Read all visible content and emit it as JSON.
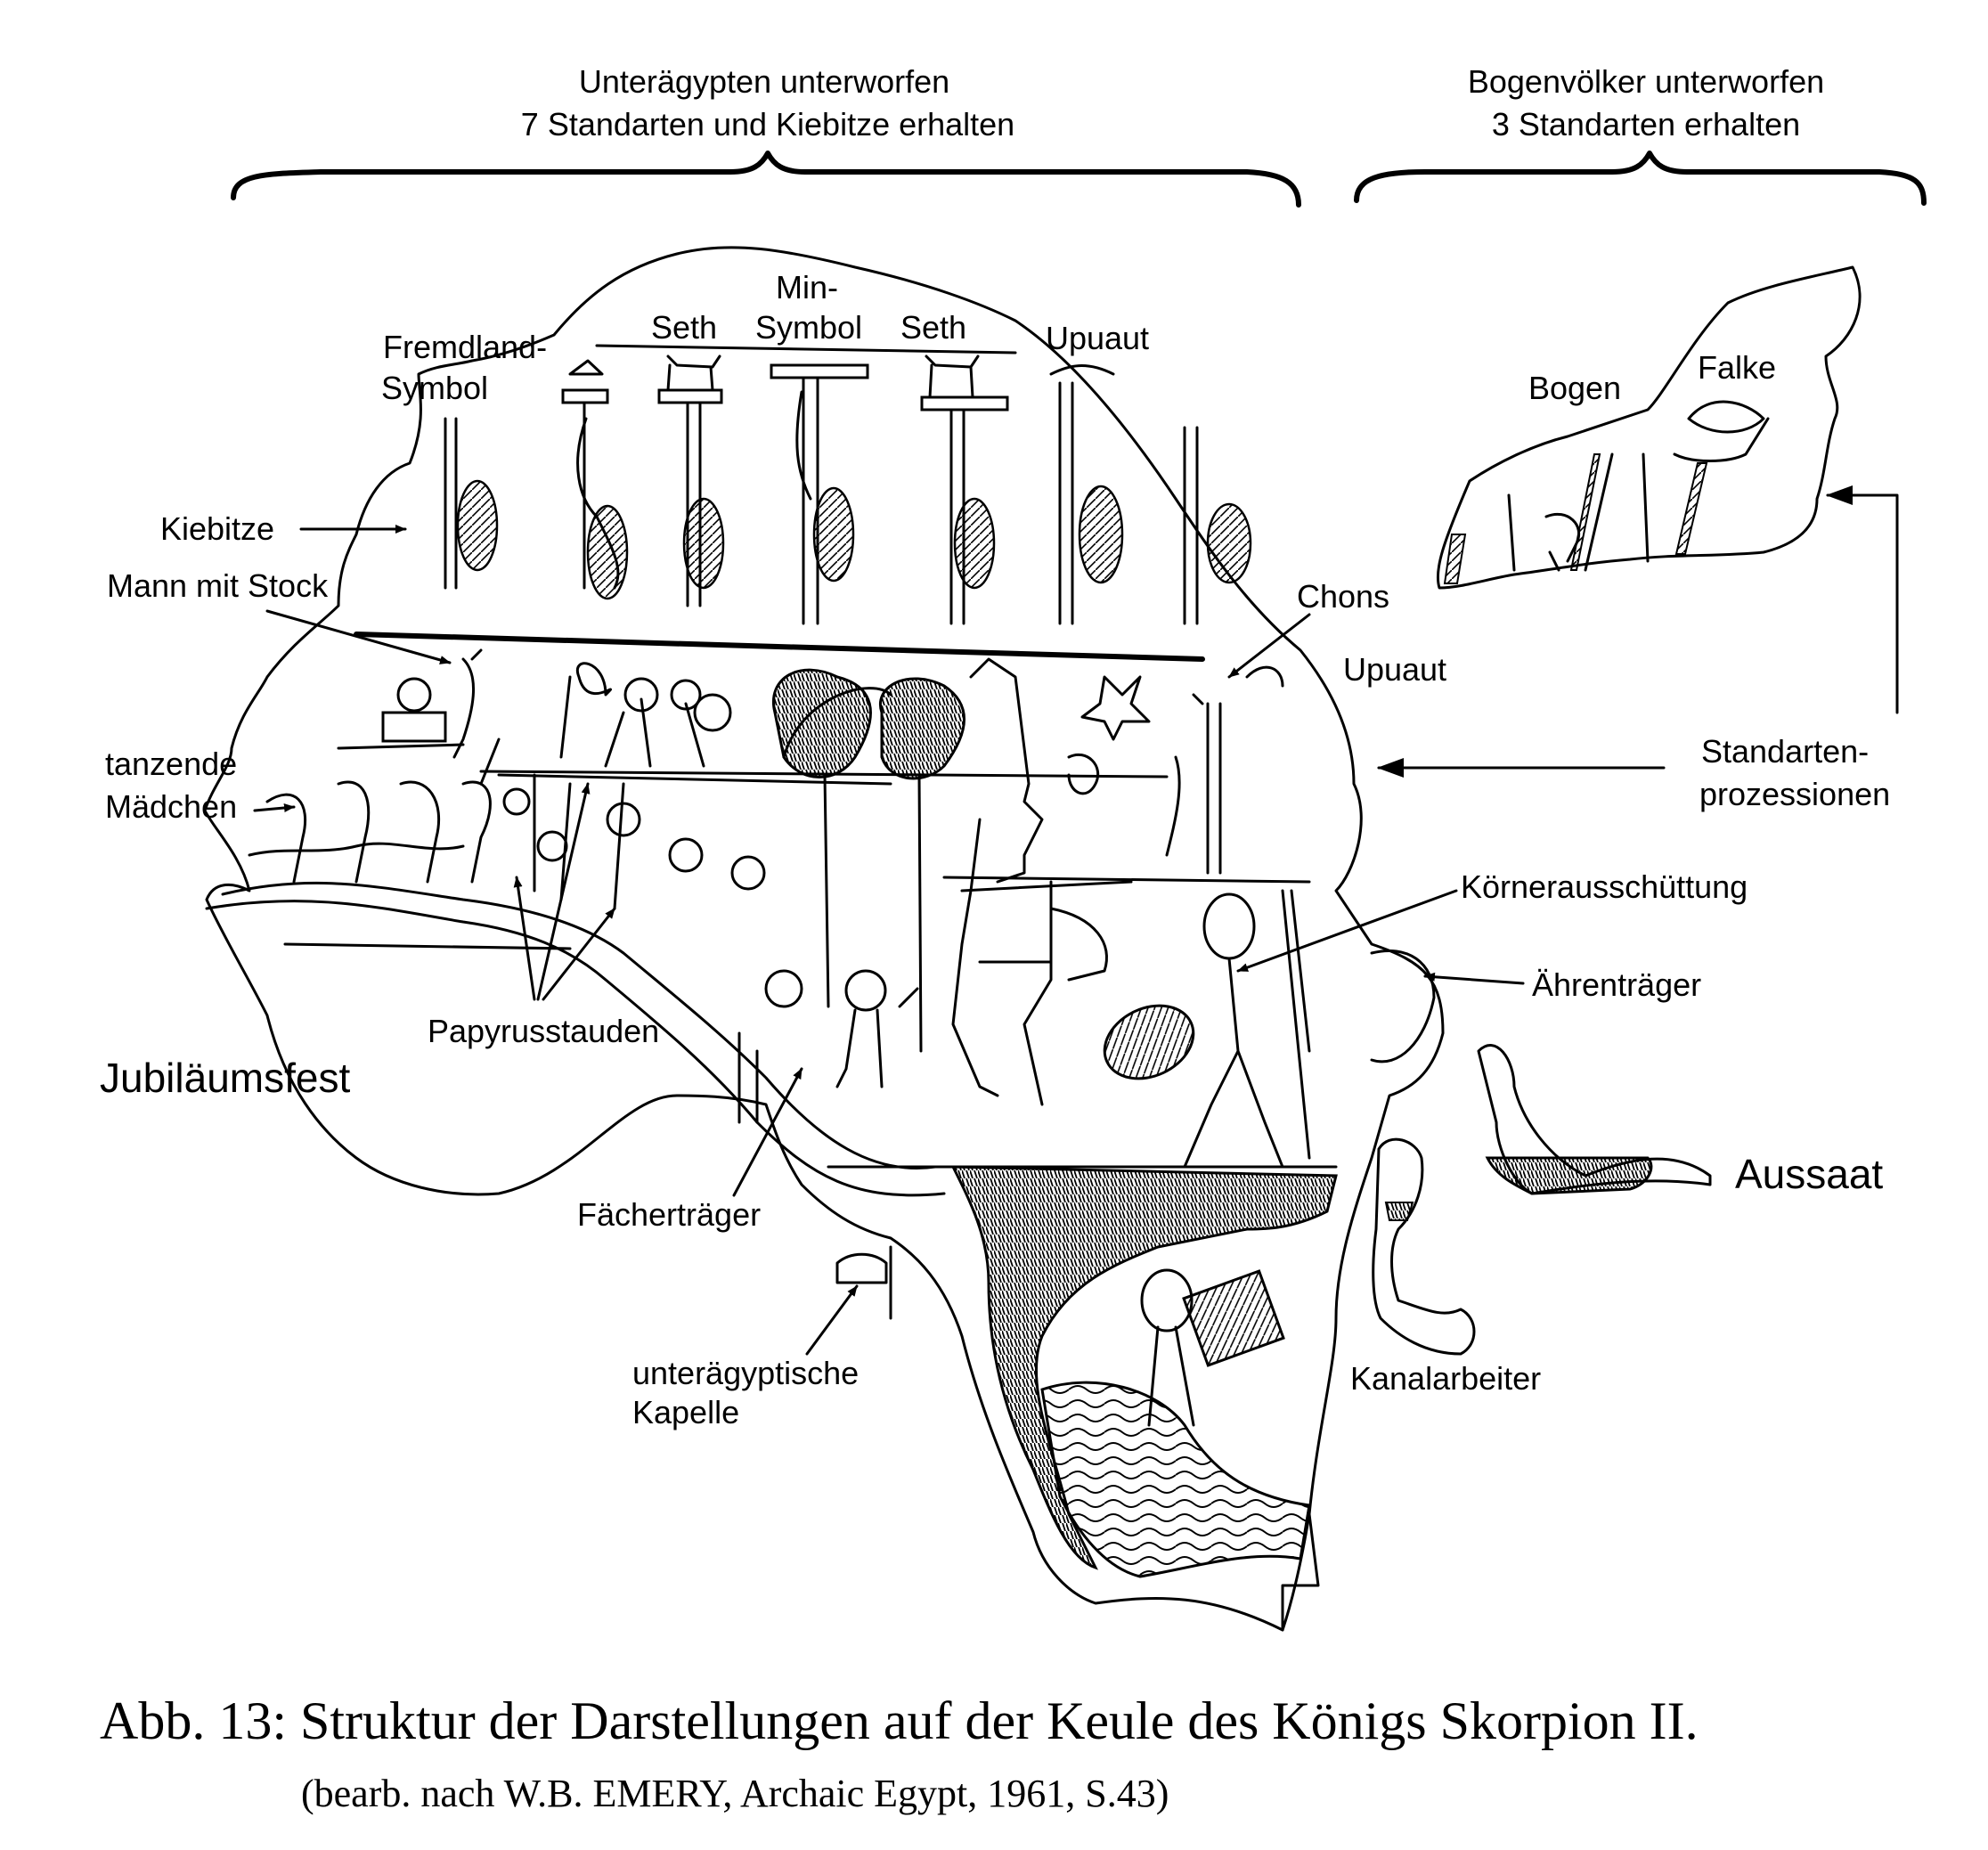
{
  "headers": {
    "left_line1": "Unterägypten unterworfen",
    "left_line2": "7 Standarten und Kiebitze erhalten",
    "right_line1": "Bogenvölker unterworfen",
    "right_line2": "3 Standarten erhalten"
  },
  "labels": {
    "min1": "Min-",
    "min2": "Symbol",
    "seth_left": "Seth",
    "seth_right": "Seth",
    "upuaut_top": "Upuaut",
    "fremd1": "Fremdland-",
    "fremd2": "Symbol",
    "bogen": "Bogen",
    "falke": "Falke",
    "kiebitze": "Kiebitze",
    "mann": "Mann mit Stock",
    "chons": "Chons",
    "upuaut_mid": "Upuaut",
    "tanz1": "tanzende",
    "tanz2": "Mädchen",
    "std1": "Standarten-",
    "std2": "prozessionen",
    "koerner": "Körnerausschüttung",
    "aehren": "Ährenträger",
    "papyrus": "Papyrusstauden",
    "jubilaeum": "Jubiläumsfest",
    "aussaat": "Aussaat",
    "faecher": "Fächerträger",
    "kap1": "unterägyptische",
    "kap2": "Kapelle",
    "kanal": "Kanalarbeiter"
  },
  "caption": {
    "line1": "Abb. 13: Struktur der Darstellungen auf der Keule des Königs Skorpion II.",
    "line2": "(bearb. nach W.B. EMERY, Archaic Egypt, 1961, S.43)"
  }
}
